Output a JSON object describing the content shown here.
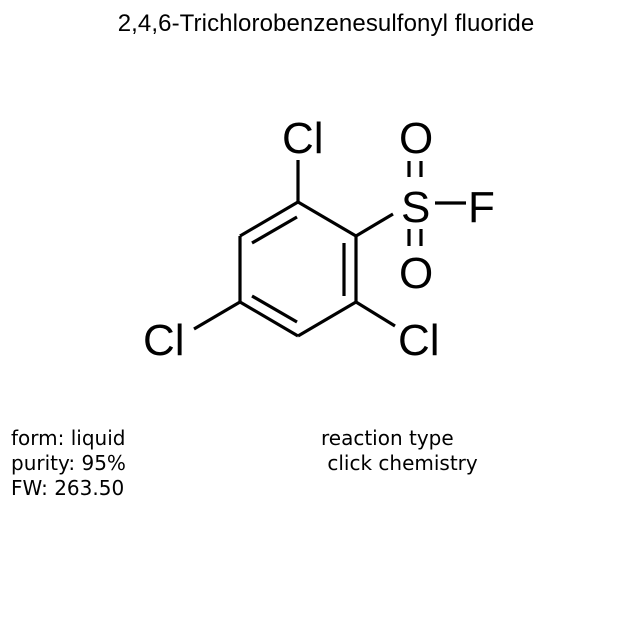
{
  "title": "2,4,6-Trichlorobenzenesulfonyl fluoride",
  "structure": {
    "atoms": {
      "cl_top": "Cl",
      "cl_left": "Cl",
      "cl_right": "Cl",
      "sulfur": "S",
      "oxygen_top": "O",
      "oxygen_bottom": "O",
      "fluorine": "F"
    }
  },
  "properties": {
    "form": "form: liquid",
    "purity": "purity: 95%",
    "fw": "FW: 263.50"
  },
  "reaction": {
    "label": "reaction type",
    "value": " click chemistry"
  }
}
